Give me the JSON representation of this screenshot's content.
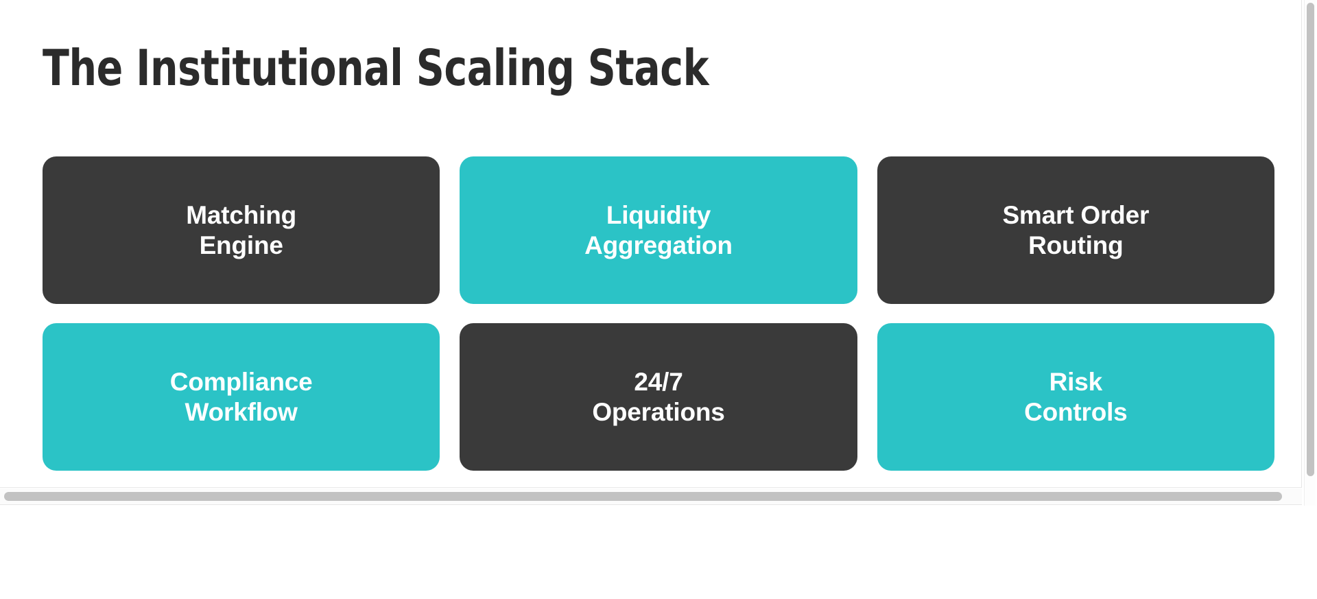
{
  "slide": {
    "title": "The Institutional Scaling Stack",
    "cards": [
      {
        "label": "Matching\nEngine",
        "style": "dark"
      },
      {
        "label": "Liquidity\nAggregation",
        "style": "teal"
      },
      {
        "label": "Smart Order\nRouting",
        "style": "dark"
      },
      {
        "label": "Compliance\nWorkflow",
        "style": "teal"
      },
      {
        "label": "24/7\nOperations",
        "style": "dark"
      },
      {
        "label": "Risk\nControls",
        "style": "teal"
      }
    ]
  },
  "theme": {
    "background": "#ffffff",
    "title_color": "#2b2b2b",
    "card_dark": "#3a3a3a",
    "card_teal": "#2bc3c6",
    "card_text": "#ffffff",
    "scrollbar_thumb": "#c2c2c2",
    "scrollbar_track": "#fbfbfb"
  },
  "scrollbars": {
    "vertical_position": "top",
    "horizontal_position": "left"
  }
}
